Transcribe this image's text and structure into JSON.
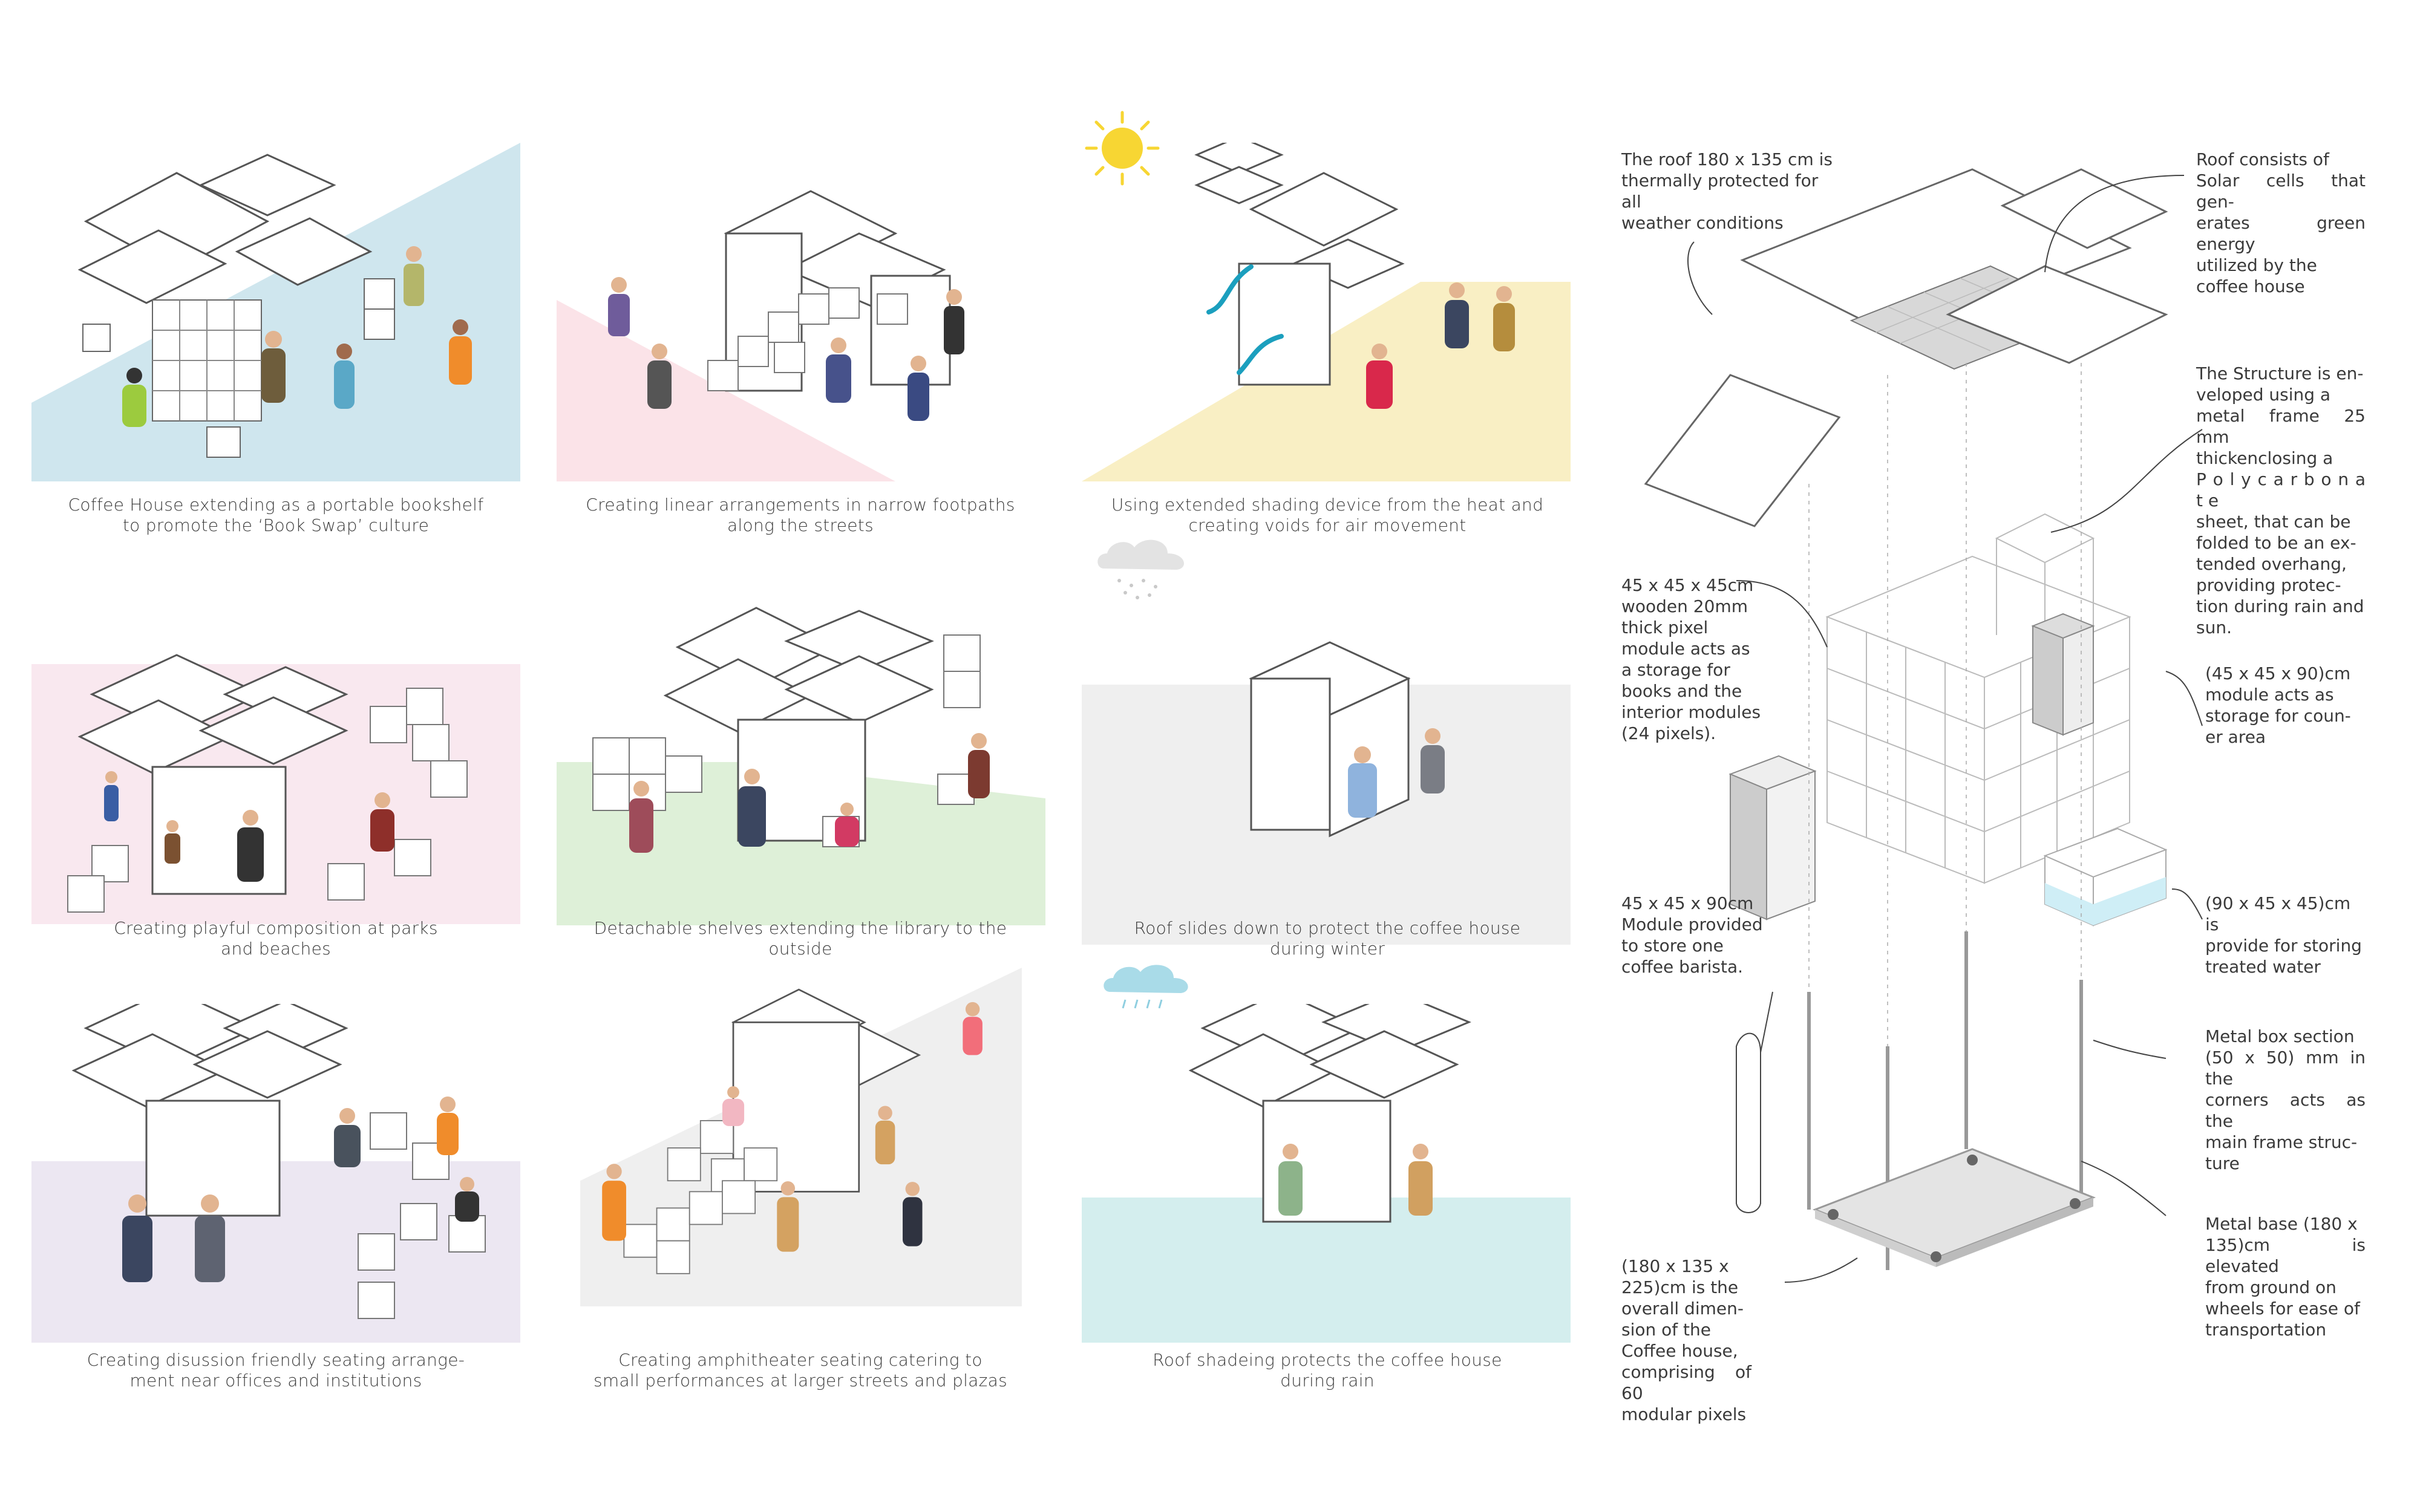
{
  "colors": {
    "blue": "#cfe6ee",
    "pink": "#fbe3e8",
    "yellow": "#f9efc4",
    "pink_light": "#f9e8ef",
    "green": "#def0d8",
    "grey": "#efefef",
    "lavender": "#ece7f2",
    "cyan": "#d4eeee",
    "sun": "#f7d633",
    "arrow": "#1b9fbe"
  },
  "panels": [
    {
      "id": "book-swap",
      "caption": [
        "Coffee House extending as a portable bookshelf",
        "to promote the ‘Book Swap’ culture"
      ]
    },
    {
      "id": "linear-arrangement",
      "caption": [
        "Creating linear arrangements in narrow footpaths",
        "along the streets"
      ]
    },
    {
      "id": "shading-device",
      "caption": [
        "Using extended shading device from the heat and",
        "creating voids for air movement"
      ]
    },
    {
      "id": "playful-composition",
      "caption": [
        "Creating playful composition at parks",
        "and beaches"
      ]
    },
    {
      "id": "detachable-shelves",
      "caption": [
        "Detachable shelves extending the library to the",
        "outside"
      ]
    },
    {
      "id": "winter-roof",
      "caption": [
        "Roof slides down to protect the coffee house",
        "during winter"
      ]
    },
    {
      "id": "discussion-seating",
      "caption": [
        "Creating disussion friendly seating arrange-",
        "ment near offices and institutions"
      ]
    },
    {
      "id": "amphitheater",
      "caption": [
        "Creating amphitheater seating catering to",
        "small performances at larger streets and plazas"
      ]
    },
    {
      "id": "rain-roof",
      "caption": [
        "Roof shadeing protects the coffee house",
        "during rain"
      ]
    }
  ],
  "notes": {
    "roof_protection": [
      "The roof 180 x 135 cm is",
      "thermally protected for all",
      "weather conditions"
    ],
    "solar_cells": [
      "Roof consists of",
      "Solar cells that gen-",
      "erates green energy",
      "utilized by the",
      "coffee house"
    ],
    "structure": [
      "The Structure is en-",
      "veloped using a",
      "metal frame 25 mm",
      "thickenclosing a",
      "P o l y c a r b o n a t e",
      "sheet, that can be",
      "folded to be an ex-",
      "tended overhang,",
      "providing protec-",
      "tion during rain and",
      "sun."
    ],
    "pixel_module": [
      "45 x 45 x 45cm",
      "wooden 20mm",
      "thick pixel",
      "module acts as",
      "a storage for",
      "books and the",
      "interior modules",
      "(24 pixels)."
    ],
    "counter_module": [
      "(45 x 45 x 90)cm",
      "module acts as",
      "storage for coun-",
      "er area"
    ],
    "barista_module": [
      "45 x 45 x 90cm",
      "Module provided",
      "to store one",
      "coffee barista."
    ],
    "water_module": [
      "(90 x 45 x 45)cm is",
      "provide for storing",
      "treated water"
    ],
    "box_section": [
      "Metal box section",
      "(50 x 50) mm in the",
      "corners acts as the",
      "main frame struc-",
      "ture"
    ],
    "overall": [
      "(180 x 135 x",
      "225)cm is the",
      "overall dimen-",
      "sion of the",
      "Coffee house,",
      "comprising of 60",
      "modular pixels"
    ],
    "metal_base": [
      "Metal base (180 x",
      "135)cm is elevated",
      "from ground on",
      "wheels for ease of",
      "transportation"
    ]
  }
}
